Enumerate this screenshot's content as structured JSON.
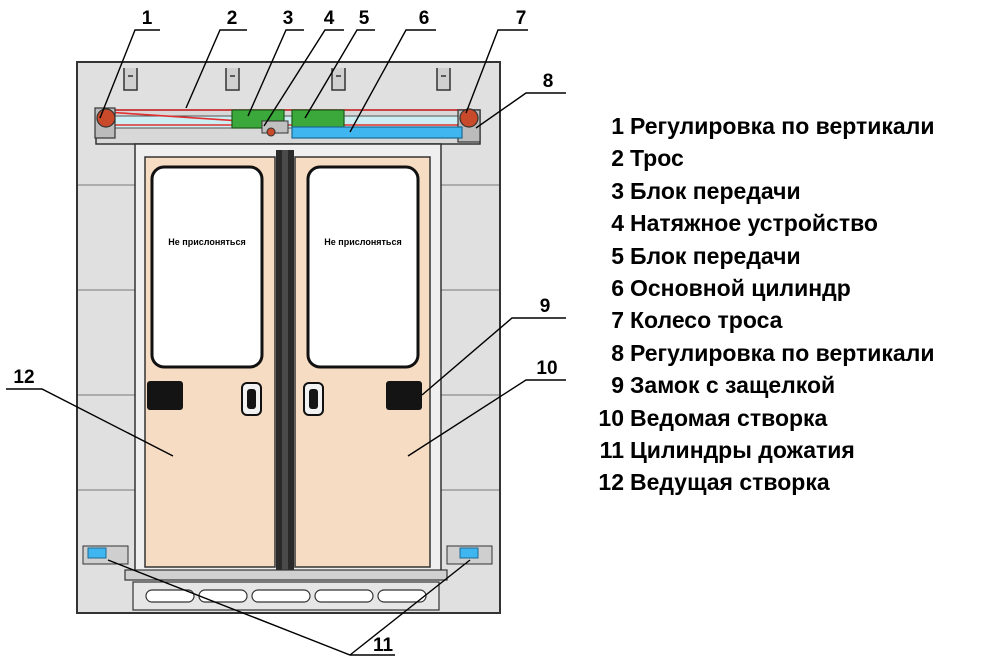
{
  "colors": {
    "wall": "#e0e0e0",
    "panel": "#f6dcc2",
    "cable": "#e03030",
    "pulley": "#c84a2a",
    "transmission": "#3aa83a",
    "cylinder": "#3fb6f0",
    "seal": "#2a2a2a"
  },
  "door": {
    "window_sign_left": "Не прислоняться",
    "window_sign_right": "Не прислоняться"
  },
  "callouts": [
    {
      "id": "1",
      "label": "1"
    },
    {
      "id": "2",
      "label": "2"
    },
    {
      "id": "3",
      "label": "3"
    },
    {
      "id": "4",
      "label": "4"
    },
    {
      "id": "5",
      "label": "5"
    },
    {
      "id": "6",
      "label": "6"
    },
    {
      "id": "7",
      "label": "7"
    },
    {
      "id": "8",
      "label": "8"
    },
    {
      "id": "9",
      "label": "9"
    },
    {
      "id": "10",
      "label": "10"
    },
    {
      "id": "11",
      "label": "11"
    },
    {
      "id": "12",
      "label": "12"
    }
  ],
  "legend": [
    {
      "num": "1",
      "text": "Регулировка по вертикали"
    },
    {
      "num": "2",
      "text": "Трос"
    },
    {
      "num": "3",
      "text": "Блок передачи"
    },
    {
      "num": "4",
      "text": "Натяжное устройство"
    },
    {
      "num": "5",
      "text": "Блок передачи"
    },
    {
      "num": "6",
      "text": "Основной цилиндр"
    },
    {
      "num": "7",
      "text": "Колесо троса"
    },
    {
      "num": "8",
      "text": "Регулировка по вертикали"
    },
    {
      "num": "9",
      "text": "Замок с защелкой"
    },
    {
      "num": "10",
      "text": "Ведомая створка"
    },
    {
      "num": "11",
      "text": "Цилиндры дожатия"
    },
    {
      "num": "12",
      "text": "Ведущая створка"
    }
  ]
}
